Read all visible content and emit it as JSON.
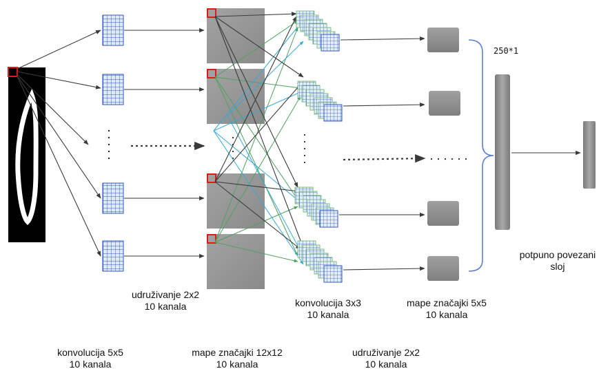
{
  "labels": {
    "conv1": {
      "line1": "konvolucija 5x5",
      "line2": "10 kanala"
    },
    "pool1": {
      "line1": "udruživanje 2x2",
      "line2": "10 kanala"
    },
    "fmap1": {
      "line1": "mape značajki 12x12",
      "line2": "10 kanala"
    },
    "conv2": {
      "line1": "konvolucija 3x3",
      "line2": "10 kanala"
    },
    "pool2": {
      "line1": "udruživanje 2x2",
      "line2": "10 kanala"
    },
    "fmap2": {
      "line1": "mape značajki 5x5",
      "line2": "10 kanala"
    },
    "fc": {
      "line1": "potpuno povezani",
      "line2": "sloj"
    },
    "vector": "250*1"
  },
  "colors": {
    "background": "#ffffff",
    "input_image": "#000000",
    "digit_stroke": "#ffffff",
    "receptive_field": "#e01818",
    "kernel_fill": "#dfe9f7",
    "kernel_grid": "#2f57c4",
    "feature_map": "#9b9b9b",
    "small_map": "#8f8f8f",
    "fc_bar": "#8a8a8a",
    "arrow_dark": "#3a3a3a",
    "arrow_green": "#4ea060",
    "arrow_cyan": "#36a8d8",
    "bracket": "#5b7fd1",
    "stack_edge": "#7ac17a"
  }
}
